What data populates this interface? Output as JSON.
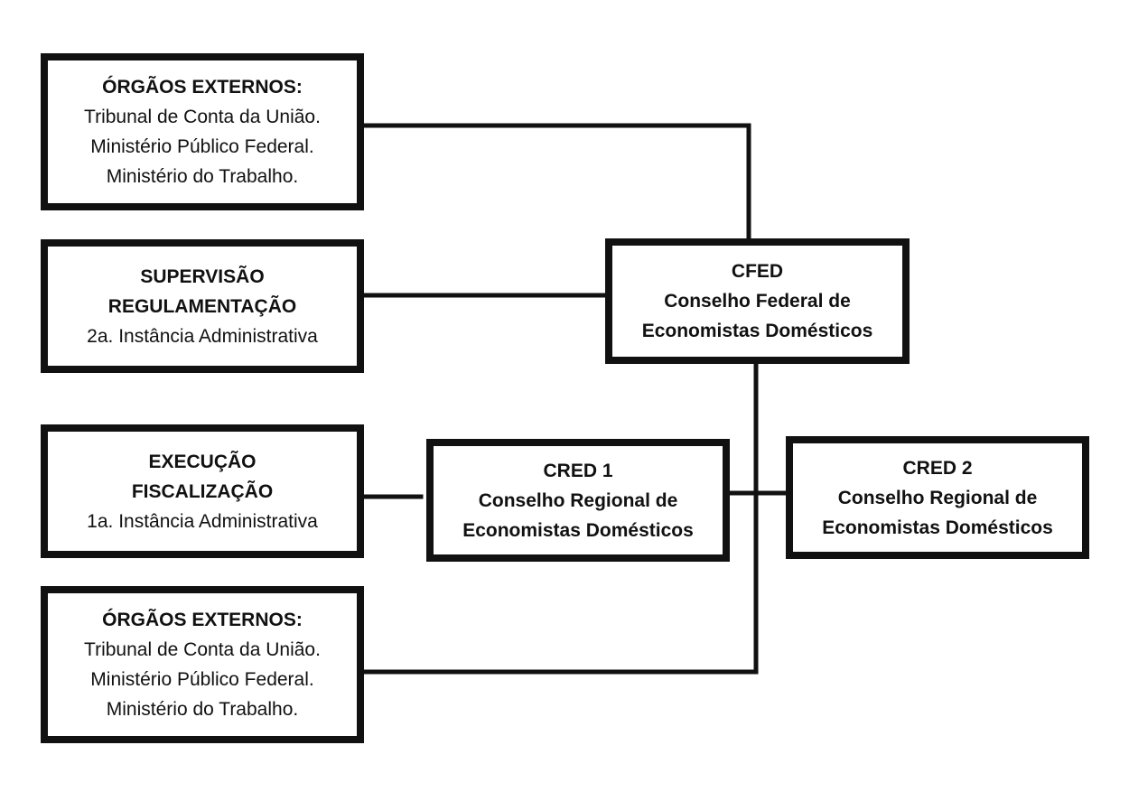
{
  "boxes": {
    "external_top": {
      "title": "ÓRGÃOS EXTERNOS:",
      "lines": [
        "Tribunal de Conta da União.",
        "Ministério Público Federal.",
        "Ministério do Trabalho."
      ]
    },
    "supervision": {
      "title_lines": [
        "SUPERVISÃO",
        "REGULAMENTAÇÃO"
      ],
      "subtitle": "2a. Instância Administrativa"
    },
    "execution": {
      "title_lines": [
        "EXECUÇÃO",
        "FISCALIZAÇÃO"
      ],
      "subtitle": "1a. Instância Administrativa"
    },
    "external_bottom": {
      "title": "ÓRGÃOS EXTERNOS:",
      "lines": [
        "Tribunal de Conta da União.",
        "Ministério Público Federal.",
        "Ministério do Trabalho."
      ]
    },
    "cfed": {
      "lines": [
        "CFED",
        "Conselho Federal de",
        "Economistas Domésticos"
      ]
    },
    "cred1": {
      "lines": [
        "CRED 1",
        "Conselho Regional de",
        "Economistas Domésticos"
      ]
    },
    "cred2": {
      "lines": [
        "CRED 2",
        "Conselho Regional de",
        "Economistas Domésticos"
      ]
    }
  },
  "colors": {
    "line": "#111111",
    "background": "#ffffff"
  }
}
